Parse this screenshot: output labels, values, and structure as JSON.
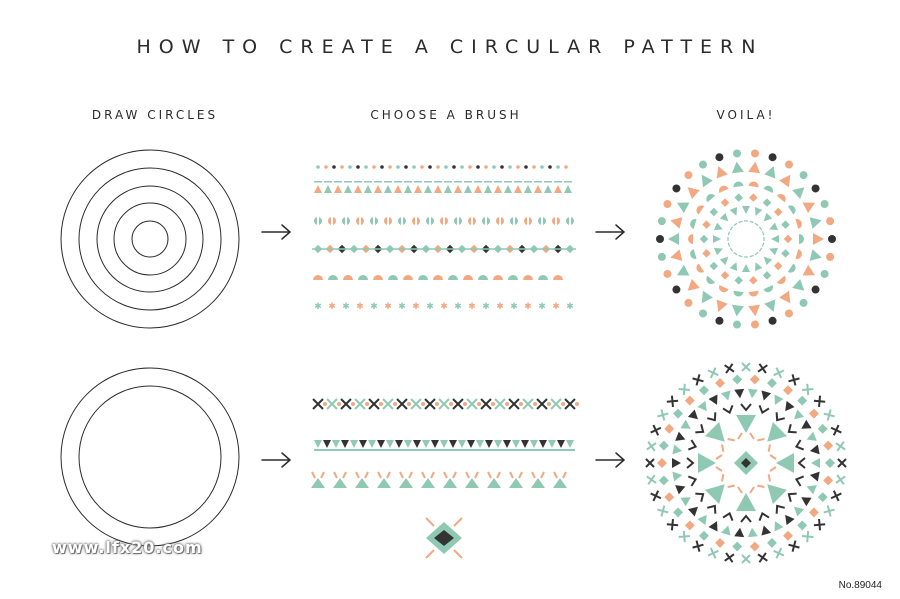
{
  "title": "HOW TO CREATE A CIRCULAR PATTERN",
  "columns": {
    "step1": "DRAW CIRCLES",
    "step2": "CHOOSE A BRUSH",
    "step3": "VOILA!"
  },
  "watermark": "www.lfx20.com",
  "catalog_number": "No.89044",
  "colors": {
    "ink": "#2b2b2b",
    "mint": "#8fc9b3",
    "peach": "#f2a881",
    "dark": "#333333"
  }
}
